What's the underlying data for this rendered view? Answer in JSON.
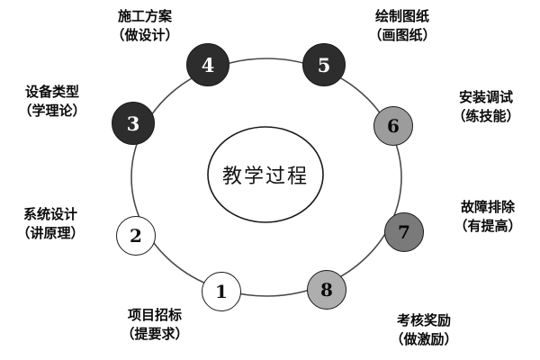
{
  "diagram": {
    "center": {
      "label": "教学过程"
    },
    "ring_color": "#4a4a4a",
    "nodes": [
      {
        "num": "1",
        "title": "项目招标",
        "subtitle": "（提要求）",
        "fill": "#ffffff",
        "ink": "#111111"
      },
      {
        "num": "2",
        "title": "系统设计",
        "subtitle": "（讲原理）",
        "fill": "#ffffff",
        "ink": "#111111"
      },
      {
        "num": "3",
        "title": "设备类型",
        "subtitle": "（学理论）",
        "fill": "#2d2d2d",
        "ink": "#ffffff"
      },
      {
        "num": "4",
        "title": "施工方案",
        "subtitle": "（做设计）",
        "fill": "#2d2d2d",
        "ink": "#ffffff"
      },
      {
        "num": "5",
        "title": "绘制图纸",
        "subtitle": "（画图纸）",
        "fill": "#2d2d2d",
        "ink": "#ffffff"
      },
      {
        "num": "6",
        "title": "安装调试",
        "subtitle": "（练技能）",
        "fill": "#9c9c9c",
        "ink": "#0a0a0a"
      },
      {
        "num": "7",
        "title": "故障排除",
        "subtitle": "（有提高）",
        "fill": "#7a7a7a",
        "ink": "#050505"
      },
      {
        "num": "8",
        "title": "考核奖励",
        "subtitle": "（做激励）",
        "fill": "#aeaeae",
        "ink": "#0a0a0a"
      }
    ]
  }
}
